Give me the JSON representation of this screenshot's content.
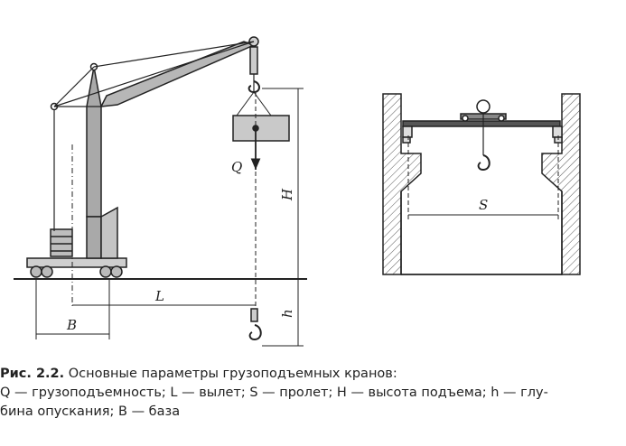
{
  "figure": {
    "labels": {
      "Q": "Q",
      "H": "H",
      "L": "L",
      "B": "B",
      "h": "h",
      "S": "S"
    }
  },
  "caption": {
    "title": "Рис. 2.2.",
    "text": "Основные параметры грузоподъемных кранов:",
    "line2": "Q — грузоподъемность; L — вылет; S — пролет; H — высота подъема; h — глу-",
    "line3": "бина опускания; B — база"
  }
}
